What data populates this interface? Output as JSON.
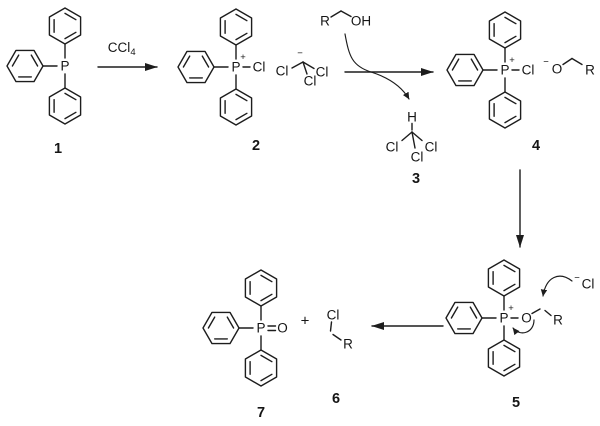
{
  "figure": {
    "type": "reaction-scheme",
    "background": "#ffffff",
    "ink": "#1d1d1d",
    "reagent": {
      "formula": "CCl",
      "subscript": "4"
    },
    "atoms": {
      "P": "P",
      "Cl": "Cl",
      "O": "O",
      "OH": "OH",
      "H": "H",
      "R": "R"
    },
    "charges": {
      "plus": "+",
      "minus": "−"
    },
    "plus_sign": "+",
    "compound_numbers": {
      "c1": "1",
      "c2": "2",
      "c3": "3",
      "c4": "4",
      "c5": "5",
      "c6": "6",
      "c7": "7"
    }
  }
}
